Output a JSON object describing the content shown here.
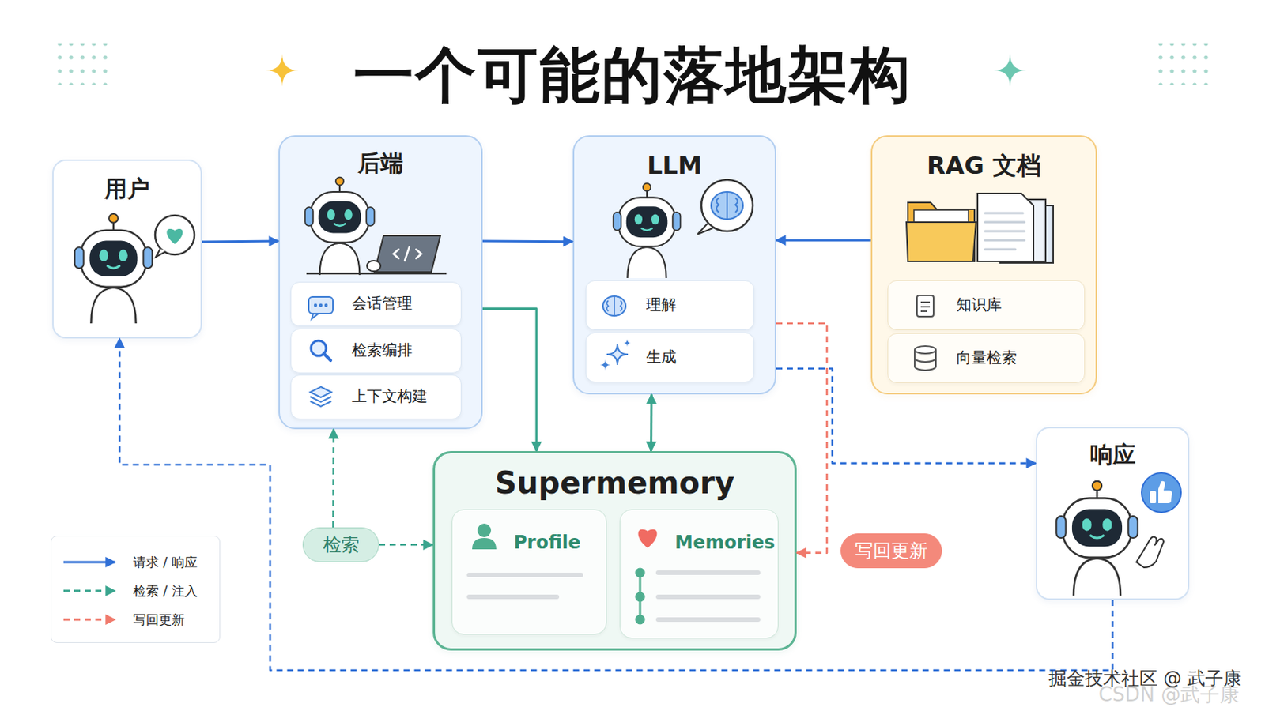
{
  "diagram": {
    "title": "一个可能的落地架构",
    "nodes": [
      {
        "text": [
          "用户"
        ]
      },
      {
        "text": [
          "后端"
        ]
      },
      {
        "text": [
          "会话管理"
        ],
        "in": 1
      },
      {
        "text": [
          "检索编排"
        ],
        "in": 1
      },
      {
        "text": [
          "上下文构建"
        ],
        "in": 1
      },
      {
        "text": [
          "LLM"
        ]
      },
      {
        "text": [
          "理解"
        ],
        "in": 5
      },
      {
        "text": [
          "生成"
        ],
        "in": 5
      },
      {
        "text": [
          "RAG 文档"
        ]
      },
      {
        "text": [
          "知识库"
        ],
        "in": 8
      },
      {
        "text": [
          "向量检索"
        ],
        "in": 8
      },
      {
        "text": [
          "响应"
        ]
      },
      {
        "text": [
          "Supermemory"
        ]
      },
      {
        "text": [
          "Profile"
        ],
        "in": 12
      },
      {
        "text": [
          "Memories"
        ],
        "in": 12
      },
      {
        "text": [
          "检索"
        ]
      },
      {
        "text": [
          "写回更新"
        ]
      }
    ],
    "edges": [
      {
        "from": 0,
        "to": 1,
        "arrow": "to"
      },
      {
        "from": 1,
        "to": 5,
        "arrow": "to"
      },
      {
        "from": 8,
        "to": 5,
        "arrow": "to"
      },
      {
        "from": 1,
        "to": 12,
        "arrow": "to"
      },
      {
        "from": 5,
        "to": 12,
        "arrow": "both"
      },
      {
        "from": 5,
        "to": 12,
        "arrow": "to"
      },
      {
        "from": 15,
        "to": 12,
        "arrow": "to"
      },
      {
        "from": 15,
        "to": 1,
        "arrow": "to"
      },
      {
        "from": 5,
        "to": 11,
        "arrow": "to"
      },
      {
        "from": 11,
        "to": 0,
        "arrow": "to"
      }
    ],
    "labels": [
      "掘金技术社区 @ 武子康",
      "CSDN @武子康"
    ],
    "legend": [
      {
        "text": "请求 / 响应"
      },
      {
        "text": "检索 / 注入"
      },
      {
        "text": "写回更新"
      }
    ]
  }
}
